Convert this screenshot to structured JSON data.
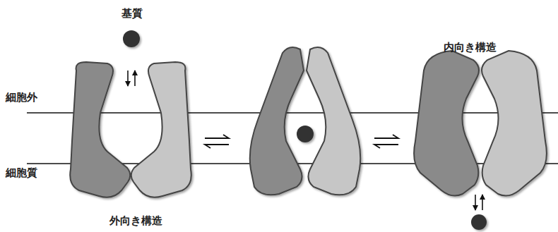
{
  "diagram": {
    "labels": [
      "基質",
      "内向き構造",
      "細胞外",
      "細胞質",
      "外向き構造"
    ]
  }
}
